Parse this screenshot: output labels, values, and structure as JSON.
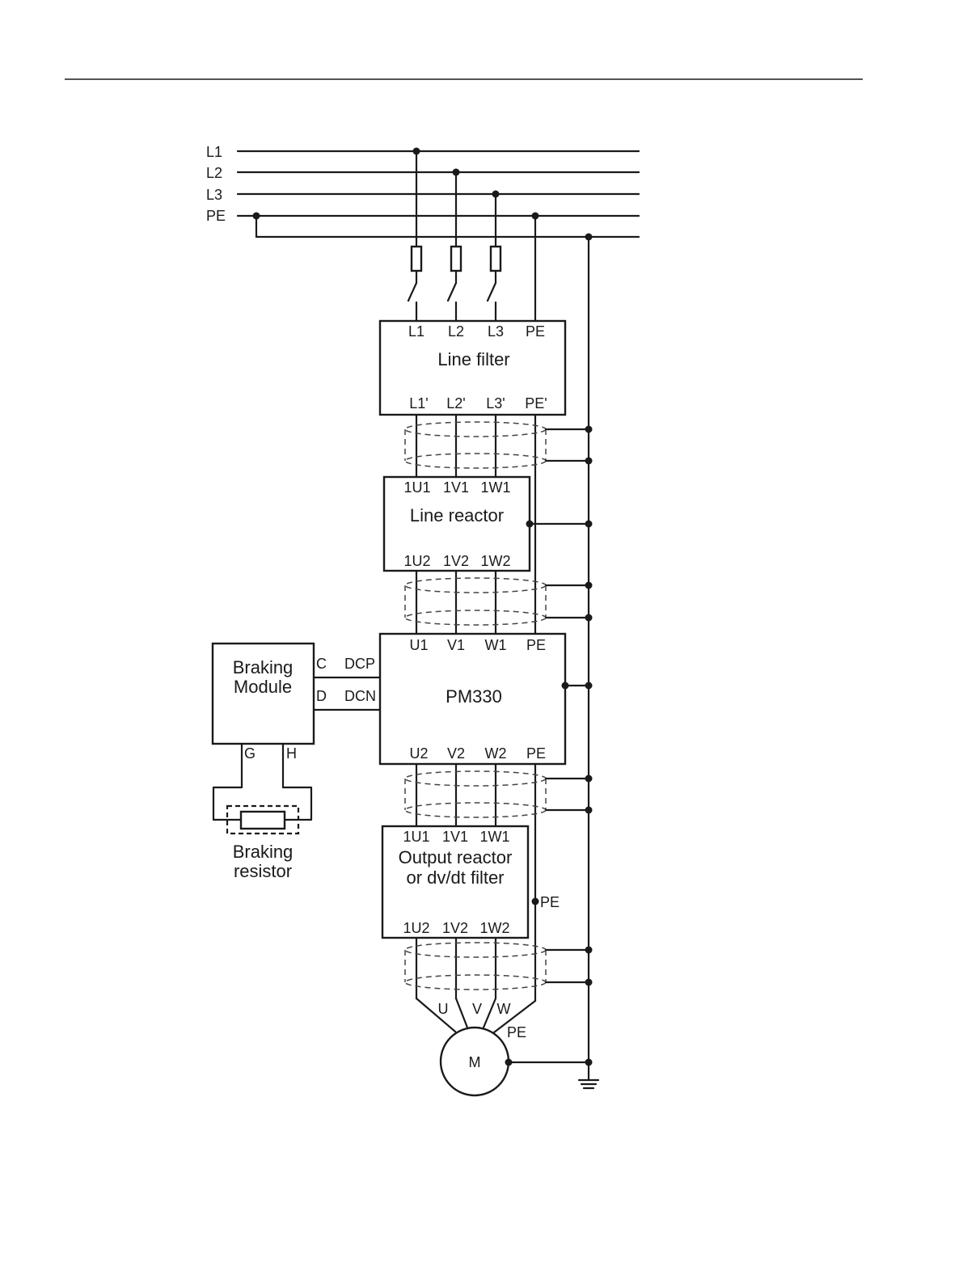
{
  "supply": {
    "lines": [
      "L1",
      "L2",
      "L3",
      "PE"
    ]
  },
  "line_filter": {
    "title": "Line filter",
    "inputs": [
      "L1",
      "L2",
      "L3",
      "PE"
    ],
    "outputs": [
      "L1'",
      "L2'",
      "L3'",
      "PE'"
    ]
  },
  "line_reactor": {
    "title": "Line reactor",
    "inputs": [
      "1U1",
      "1V1",
      "1W1"
    ],
    "outputs": [
      "1U2",
      "1V2",
      "1W2"
    ]
  },
  "power_module": {
    "title": "PM330",
    "inputs": [
      "U1",
      "V1",
      "W1",
      "PE"
    ],
    "outputs": [
      "U2",
      "V2",
      "W2",
      "PE"
    ],
    "dc_terminals": [
      "DCP",
      "DCN"
    ]
  },
  "braking_module": {
    "title_line1": "Braking",
    "title_line2": "Module",
    "terminals": [
      "C",
      "D",
      "G",
      "H"
    ]
  },
  "braking_resistor": {
    "label_line1": "Braking",
    "label_line2": "resistor"
  },
  "output_reactor": {
    "title_line1": "Output reactor",
    "title_line2": "or dv/dt filter",
    "inputs": [
      "1U1",
      "1V1",
      "1W1"
    ],
    "outputs": [
      "1U2",
      "1V2",
      "1W2"
    ],
    "pe_label": "PE"
  },
  "motor": {
    "label": "M",
    "terminals": [
      "U",
      "V",
      "W"
    ],
    "pe_label": "PE"
  }
}
